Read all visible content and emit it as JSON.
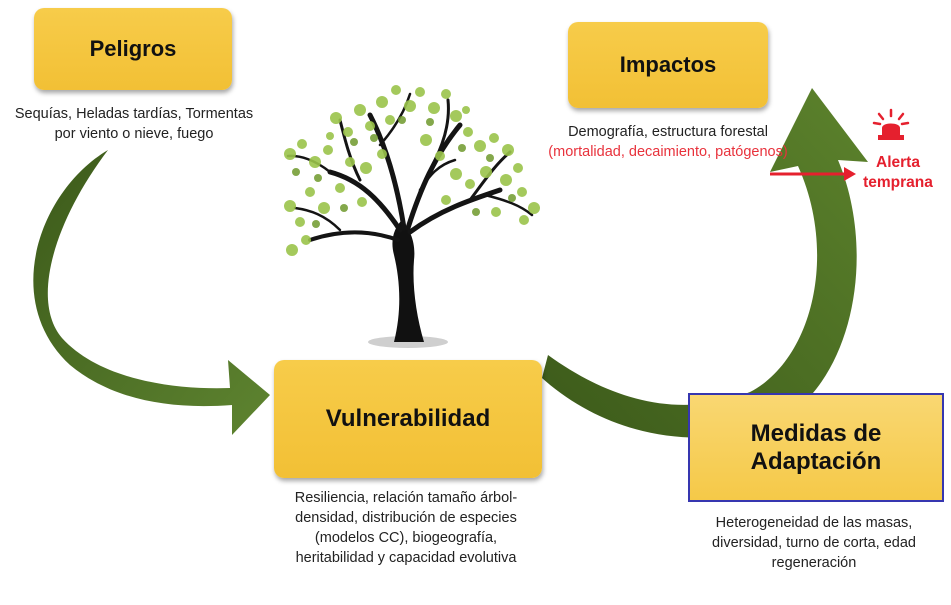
{
  "nodes": {
    "peligros": {
      "title": "Peligros",
      "description": "Sequías, Heladas tardías, Tormentas por viento o nieve, fuego"
    },
    "impactos": {
      "title": "Impactos",
      "description": "Demografía, estructura forestal",
      "description_highlight": "(mortalidad, decaimiento, patógenos)"
    },
    "vulnerabilidad": {
      "title": "Vulnerabilidad",
      "description": "Resiliencia, relación tamaño árbol-densidad, distribución de especies (modelos CC), biogeografía, heritabilidad y capacidad evolutiva"
    },
    "medidas": {
      "title": "Medidas de Adaptación",
      "description": "Heterogeneidad de las masas, diversidad, turno de corta, edad regeneración"
    }
  },
  "alert": {
    "label": "Alerta temprana"
  },
  "icons": {
    "tree": "tree-icon",
    "siren": "siren-icon"
  },
  "colors": {
    "box_fill": "#f2c035",
    "arrow_green": "#4a6b22",
    "alert_red": "#e5202e",
    "medidas_border": "#3636b0"
  }
}
